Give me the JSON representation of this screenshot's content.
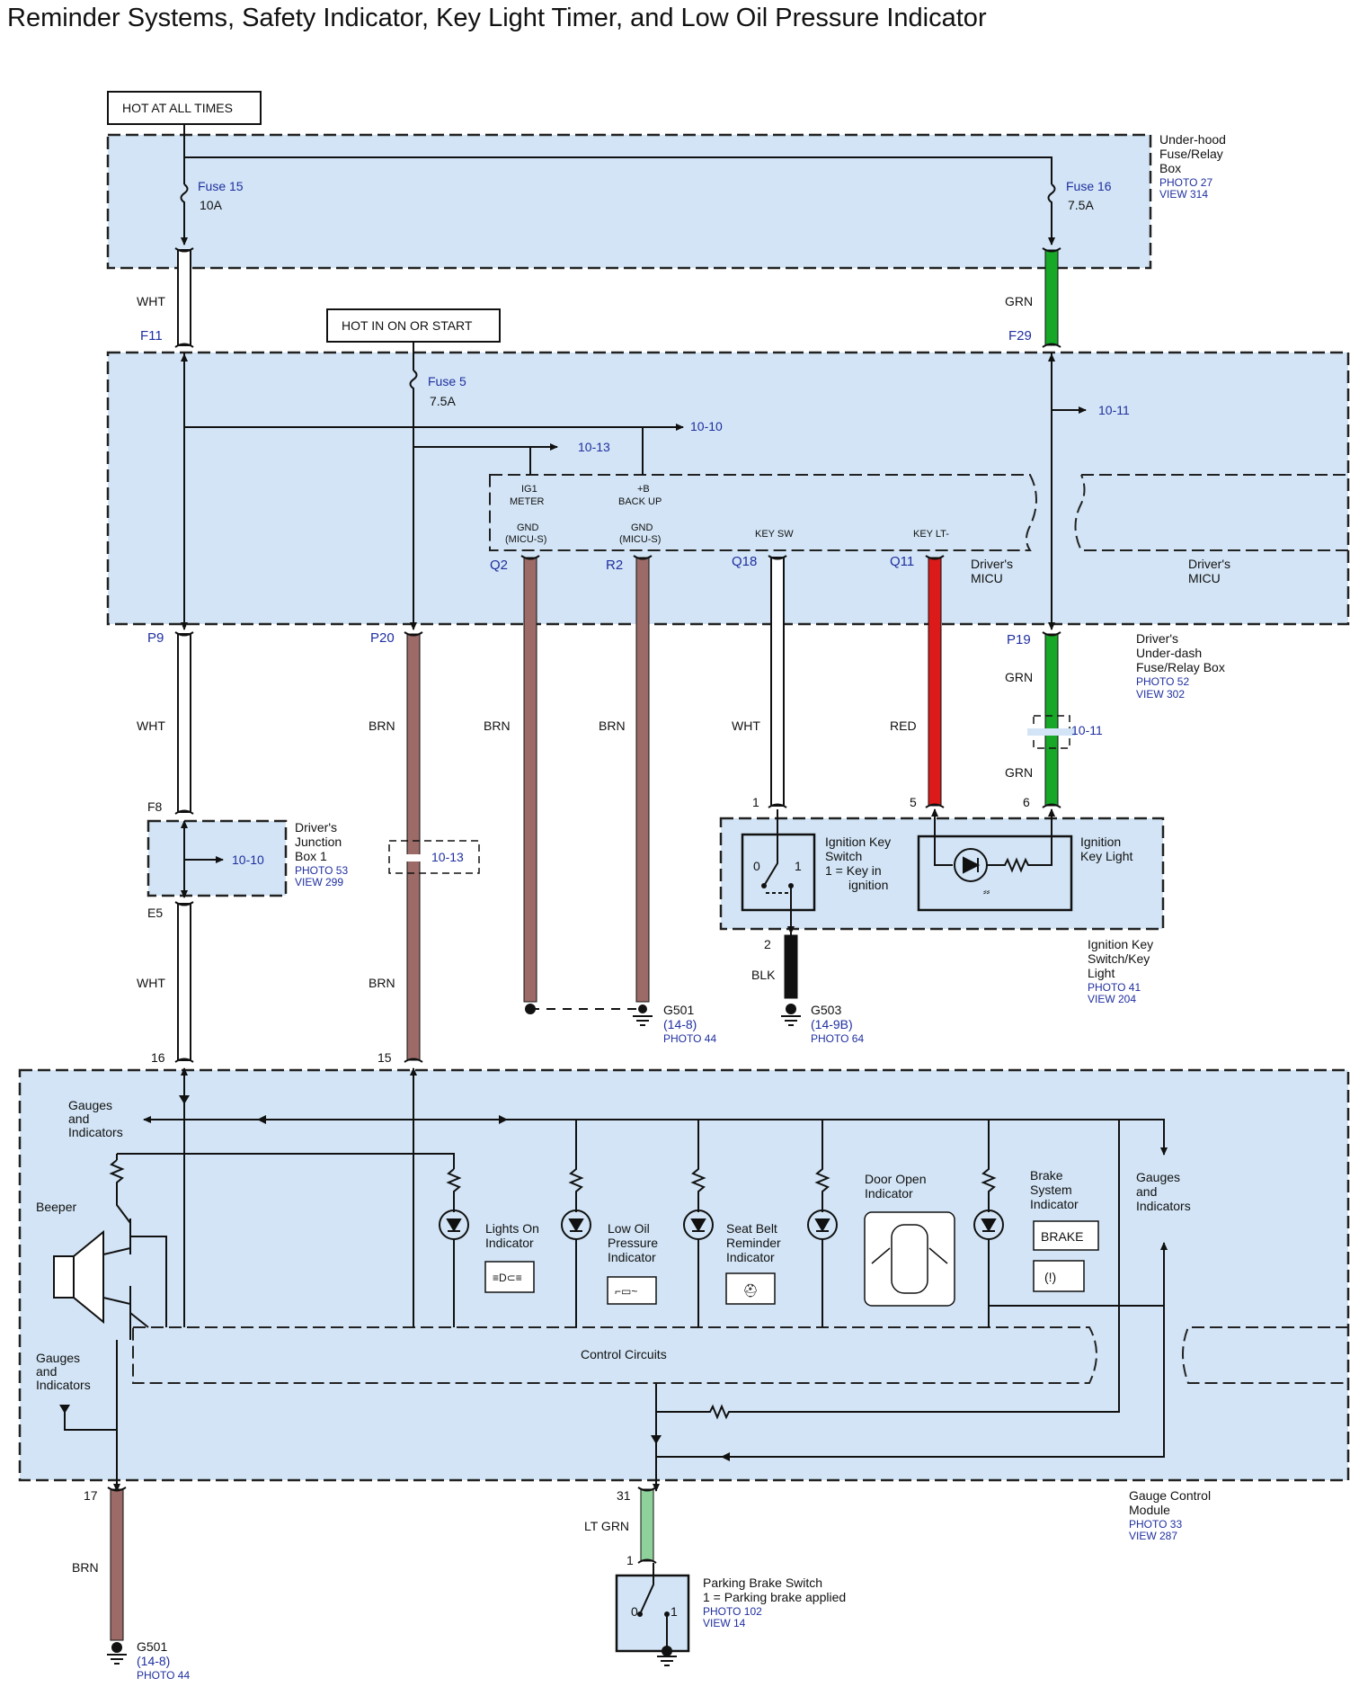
{
  "title": "Reminder Systems, Safety Indicator, Key Light Timer, and Low Oil Pressure Indicator",
  "hot_at_all_times": "HOT AT ALL TIMES",
  "hot_in_on_or_start": "HOT IN ON OR START",
  "underhood": {
    "name_lines": [
      "Under-hood",
      "Fuse/Relay",
      "Box"
    ],
    "photo": "PHOTO 27",
    "view": "VIEW 314",
    "fuse15_name": "Fuse 15",
    "fuse15_rating": "10A",
    "fuse16_name": "Fuse 16",
    "fuse16_rating": "7.5A"
  },
  "underdash": {
    "name_lines": [
      "Driver's",
      "Under-dash",
      "Fuse/Relay Box"
    ],
    "photo": "PHOTO 52",
    "view": "VIEW 302",
    "fuse5_name": "Fuse 5",
    "fuse5_rating": "7.5A",
    "ref_1010": "10-10",
    "ref_1013": "10-13",
    "ref_1011": "10-11"
  },
  "micu": {
    "ig1_lines": [
      "IG1",
      "METER"
    ],
    "backup_lines": [
      "+B",
      "BACK UP"
    ],
    "gnd_q2_lines": [
      "GND",
      "(MICU-S)"
    ],
    "gnd_r2_lines": [
      "GND",
      "(MICU-S)"
    ],
    "key_sw": "KEY SW",
    "key_lt": "KEY LT-",
    "name_lines": [
      "Driver's",
      "MICU"
    ],
    "name2_lines": [
      "Driver's",
      "MICU"
    ]
  },
  "connectors": {
    "f11": "F11",
    "f29": "F29",
    "p9": "P9",
    "p20": "P20",
    "p19": "P19",
    "q2": "Q2",
    "r2": "R2",
    "q18": "Q18",
    "q11": "Q11",
    "f8": "F8",
    "e5": "E5",
    "pin16": "16",
    "pin15": "15",
    "pin17": "17",
    "pin31": "31",
    "ik1": "1",
    "ik5": "5",
    "ik6": "6",
    "ik2": "2",
    "pb1": "1"
  },
  "wires": {
    "wht1": "WHT",
    "grn1": "GRN",
    "wht2": "WHT",
    "brn1": "BRN",
    "brn2": "BRN",
    "brn3": "BRN",
    "wht3": "WHT",
    "red": "RED",
    "grn2": "GRN",
    "grn3": "GRN",
    "blk": "BLK",
    "wht4": "WHT",
    "brn4": "BRN",
    "brn5": "BRN",
    "ltgrn": "LT GRN"
  },
  "refs": {
    "r1011b": "10-11",
    "r1013b": "10-13",
    "r1010b": "10-10"
  },
  "junction_box": {
    "name_lines": [
      "Driver's",
      "Junction",
      "Box 1"
    ],
    "photo": "PHOTO 53",
    "view": "VIEW 299"
  },
  "ignition": {
    "switch_lines": [
      "Ignition Key",
      "Switch",
      "1 = Key in",
      "ignition"
    ],
    "light_lines": [
      "Ignition",
      "Key Light"
    ],
    "name_lines": [
      "Ignition Key",
      "Switch/Key",
      "Light"
    ],
    "photo": "PHOTO 41",
    "view": "VIEW 204",
    "pos0": "0",
    "pos1": "1"
  },
  "grounds": {
    "g501a": "G501",
    "g501a_ref": "(14-8)",
    "g501a_photo": "PHOTO 44",
    "g503": "G503",
    "g503_ref": "(14-9B)",
    "g503_photo": "PHOTO 64",
    "g501b": "G501",
    "g501b_ref": "(14-8)",
    "g501b_photo": "PHOTO 44"
  },
  "gauge": {
    "gauges_top_lines": [
      "Gauges",
      "and",
      "Indicators"
    ],
    "gauges_left_lines": [
      "Gauges",
      "and",
      "Indicators"
    ],
    "gauges_right_lines": [
      "Gauges",
      "and",
      "Indicators"
    ],
    "beeper": "Beeper",
    "lights_on_lines": [
      "Lights On",
      "Indicator"
    ],
    "low_oil_lines": [
      "Low Oil",
      "Pressure",
      "Indicator"
    ],
    "seat_belt_lines": [
      "Seat Belt",
      "Reminder",
      "Indicator"
    ],
    "door_open_lines": [
      "Door Open",
      "Indicator"
    ],
    "brake_lines": [
      "Brake",
      "System",
      "Indicator"
    ],
    "brake_label": "BRAKE",
    "brake_symbol": "(!)",
    "control_circuits": "Control Circuits",
    "name_lines": [
      "Gauge Control",
      "Module"
    ],
    "photo": "PHOTO 33",
    "view": "VIEW 287"
  },
  "parking": {
    "name_lines": [
      "Parking Brake Switch",
      "1 = Parking brake applied"
    ],
    "photo": "PHOTO 102",
    "view": "VIEW 14",
    "pos0": "0",
    "pos1": "1"
  }
}
